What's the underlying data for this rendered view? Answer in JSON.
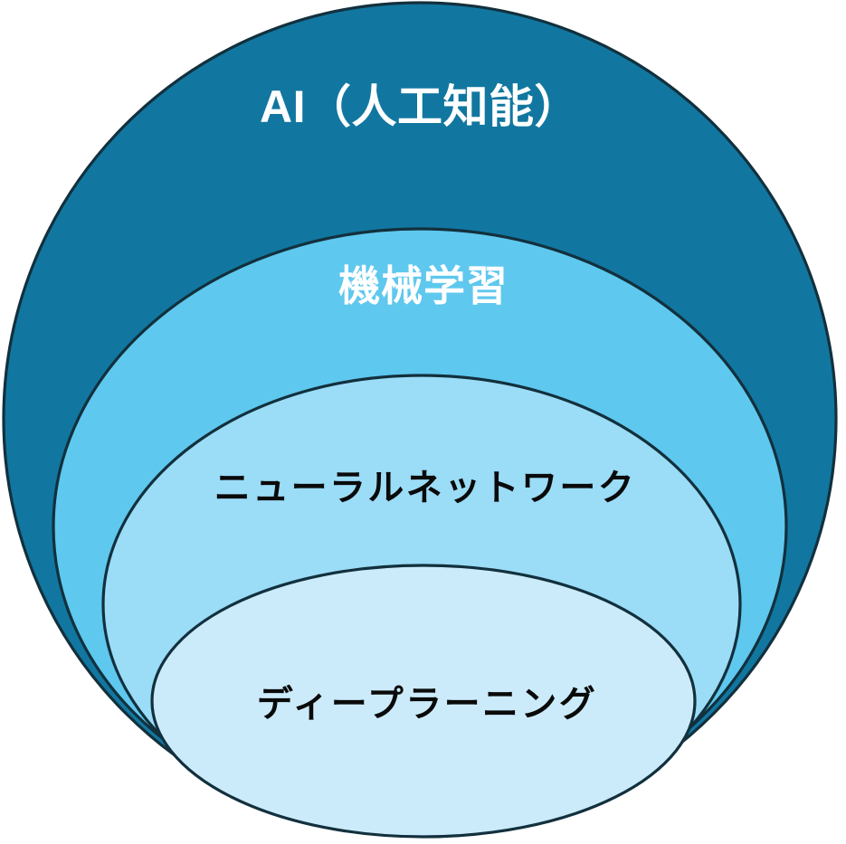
{
  "diagram": {
    "type": "nested-ellipses",
    "title_text": "AI（人工知能）",
    "background_color": "#FFFFFF",
    "stroke_color": "#12303D",
    "layers": [
      {
        "id": "ai",
        "label": "AI（人工知能）",
        "fill_color": "#1177A0",
        "text_color": "#FFFFFF",
        "level": "1"
      },
      {
        "id": "machine-learning",
        "label": "機械学習",
        "fill_color": "#5FC8EE",
        "text_color": "#FFFFFF",
        "level": "2"
      },
      {
        "id": "neural-network",
        "label": "ニューラルネットワーク",
        "fill_color": "#9BDCF7",
        "text_color": "#0A0A0A",
        "level": "3"
      },
      {
        "id": "deep-learning",
        "label": "ディープラーニング",
        "fill_color": "#CCEBFA",
        "text_color": "#0A0A0A",
        "level": "4"
      }
    ]
  },
  "chart_data": {
    "type": "diagram",
    "title": "AI（人工知能）",
    "categories": [
      "AI（人工知能）",
      "機械学習",
      "ニューラルネットワーク",
      "ディープラーニング"
    ],
    "values": [
      1,
      2,
      3,
      4
    ],
    "xlabel": "",
    "ylabel": "",
    "legend": []
  }
}
